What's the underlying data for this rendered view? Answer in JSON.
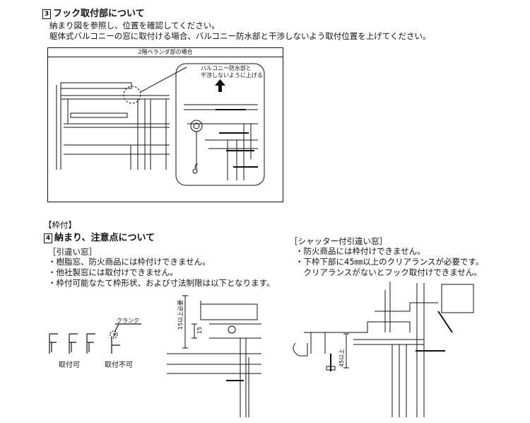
{
  "section3": {
    "number": "3",
    "title": "フック取付部について",
    "paragraph_lines": [
      "納まり図を参照し、位置を確認してください。",
      "躯体式バルコニーの窓に取付ける場合、バルコニー防水部と干渉しないよう取付位置を上げてください。"
    ],
    "diagram": {
      "caption": "2階ベランダ部の場合",
      "callout_lines": [
        "バルコニー防水部と",
        "干渉しないように上げる"
      ]
    }
  },
  "section4": {
    "bracket_label": "【枠付】",
    "number": "4",
    "title": "納まり、注意点について",
    "left": {
      "subtitle": "［引違い窓］",
      "items": [
        "・樹脂窓、防火商品には枠付けできません。",
        "・他社製窓には取付けできません。",
        "・枠付可能なたて枠形状、および寸法制限は以下となります。"
      ],
      "crank_label": "クランク",
      "ok_label": "取付可",
      "ng_label": "取付不可",
      "dim_label_tall": "15以上必要",
      "dim_label_short": "15"
    },
    "right": {
      "subtitle": "［シャッター付引違い窓］",
      "items": [
        "・防火商品には枠付けできません。",
        "・下枠下部に45㎜以上のクリアランスが必要です。",
        "　クリアランスがないとフック取付けできません。"
      ],
      "dim_label": "45以上"
    }
  }
}
